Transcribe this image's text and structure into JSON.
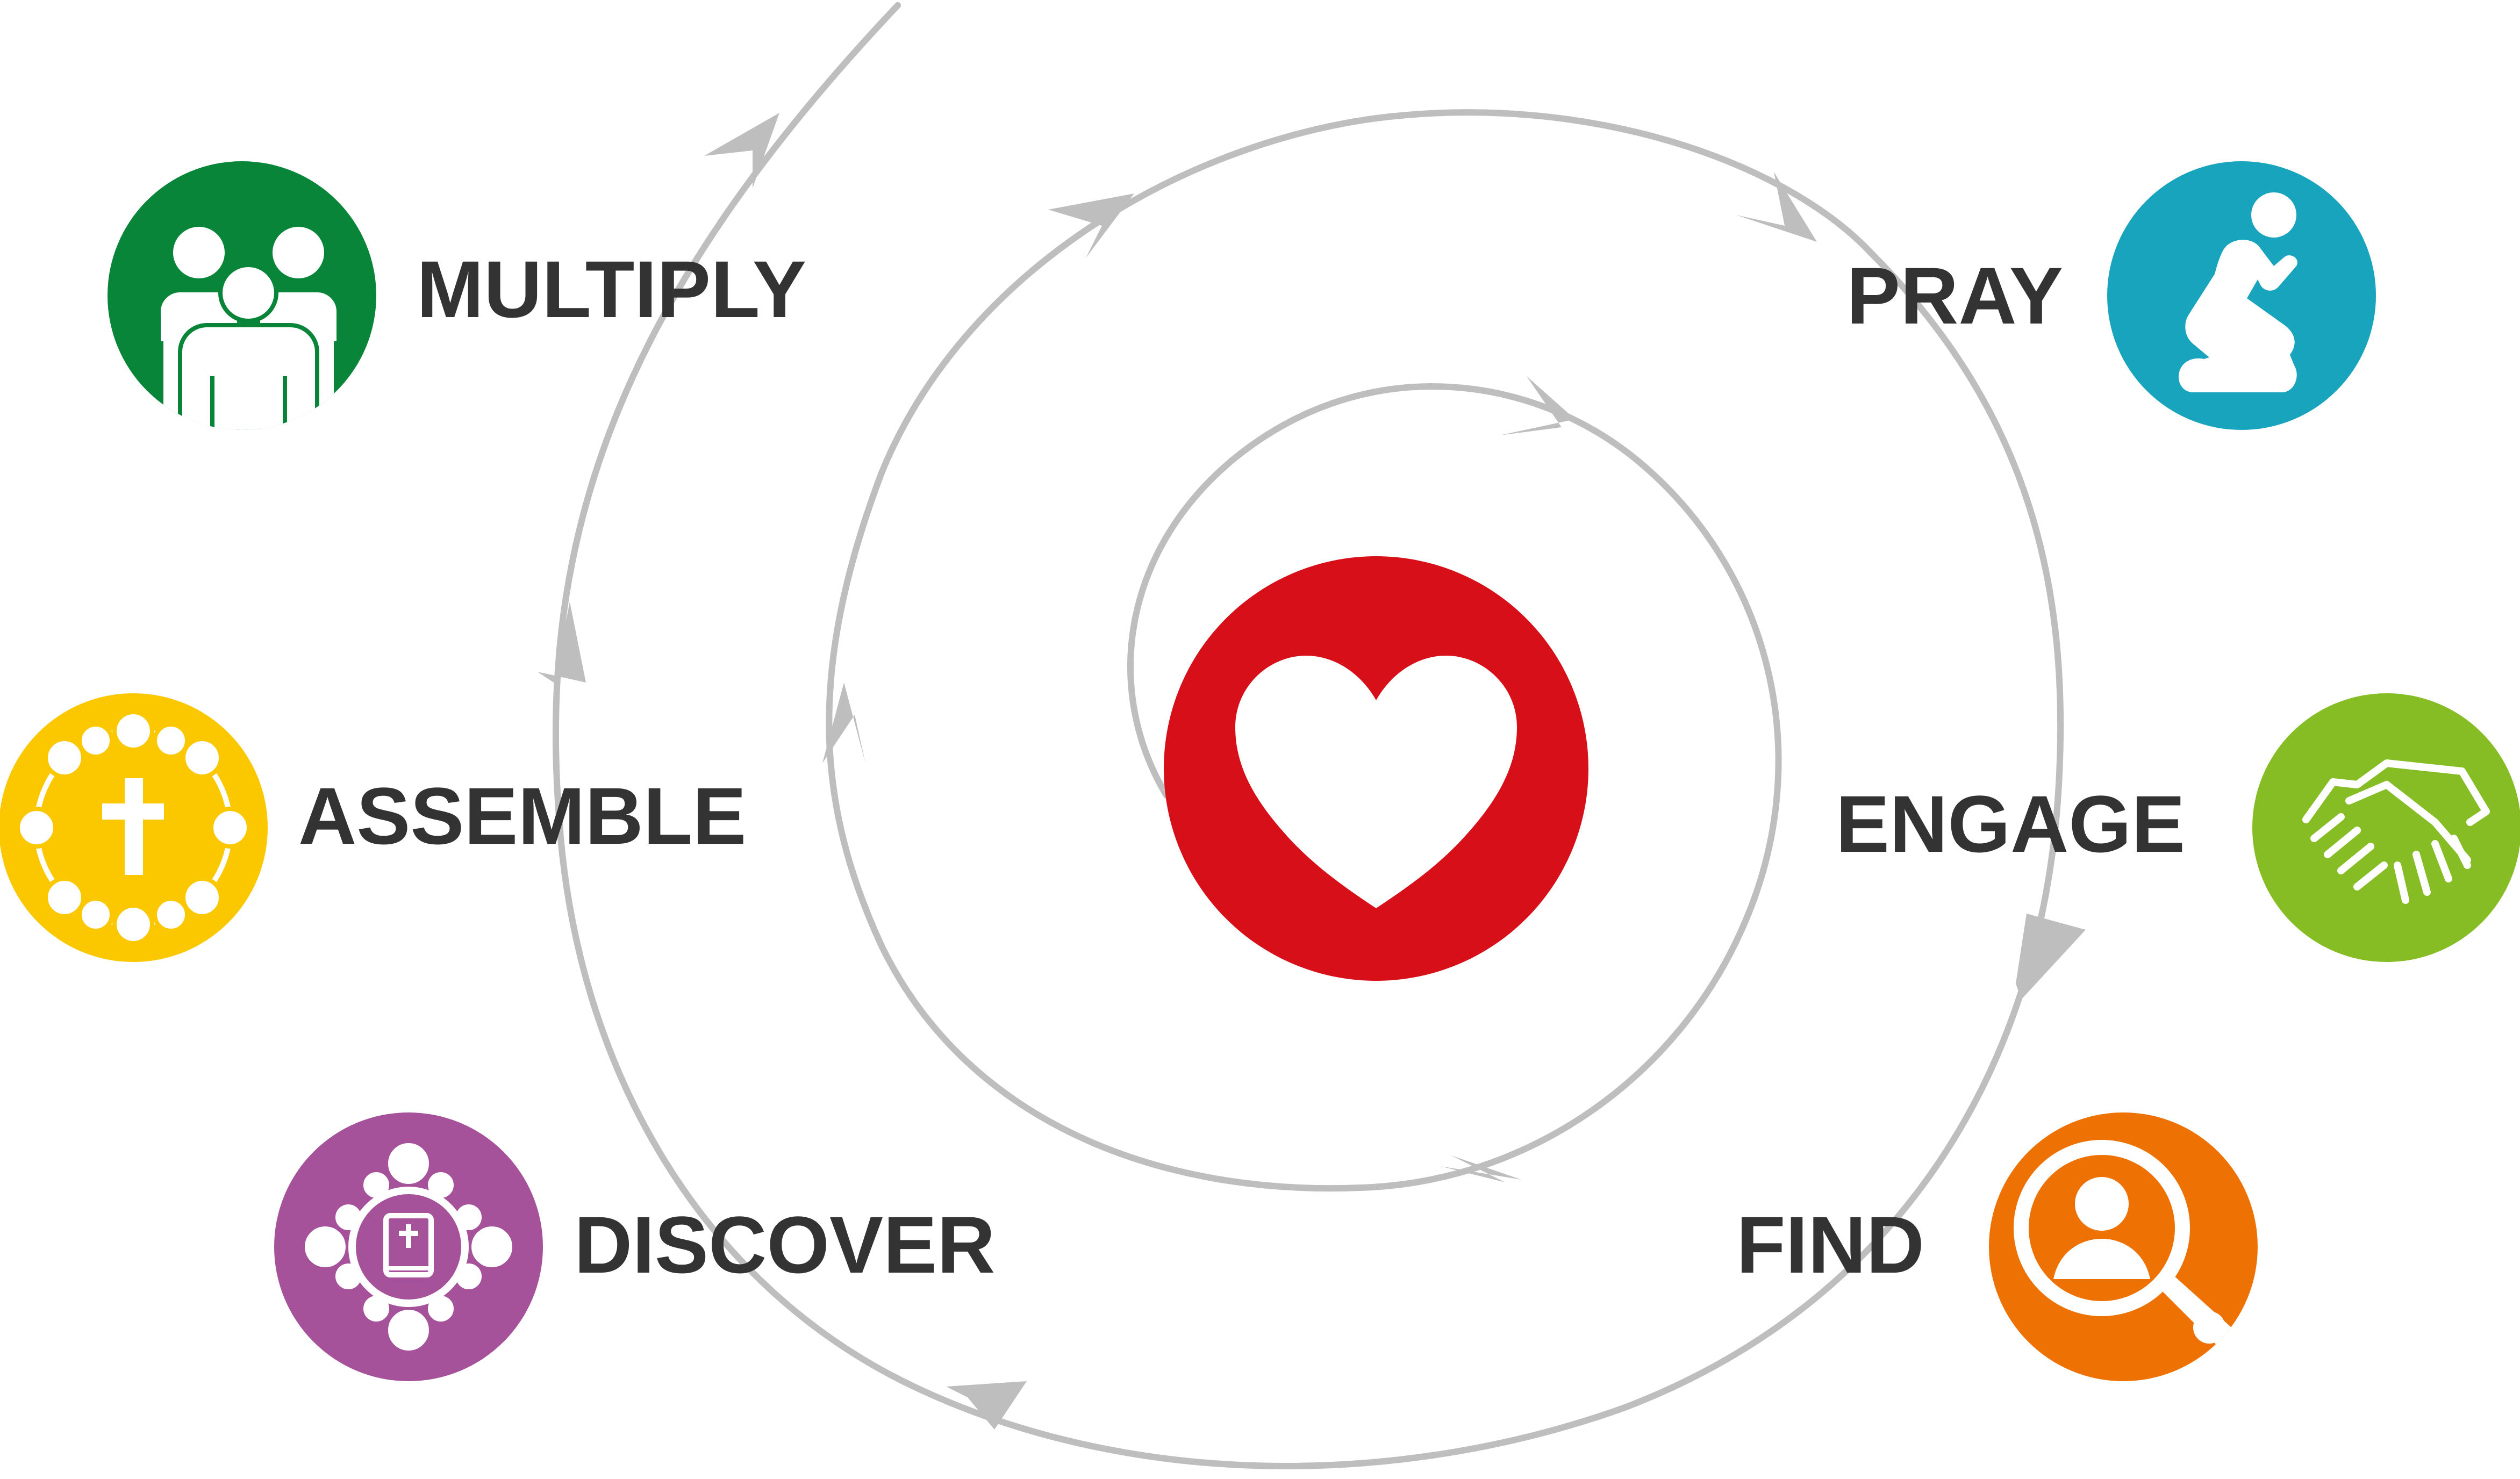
{
  "stages": {
    "multiply": {
      "label": "MULTIPLY",
      "color": "#088538",
      "icon": "group-of-people-icon"
    },
    "pray": {
      "label": "PRAY",
      "color": "#19a4bd",
      "icon": "kneeling-prayer-icon"
    },
    "assemble": {
      "label": "ASSEMBLE",
      "color": "#fbc800",
      "icon": "cross-circle-of-people-icon"
    },
    "engage": {
      "label": "ENGAGE",
      "color": "#86bc24",
      "icon": "handshake-icon"
    },
    "discover": {
      "label": "DISCOVER",
      "color": "#a5529a",
      "icon": "bible-study-circle-icon"
    },
    "find": {
      "label": "FIND",
      "color": "#ee7203",
      "icon": "person-search-icon"
    }
  },
  "center": {
    "color": "#d70f18",
    "icon": "heart-icon"
  },
  "colors": {
    "arrow": "#bebebe",
    "text": "#333333",
    "background": "#ffffff"
  }
}
